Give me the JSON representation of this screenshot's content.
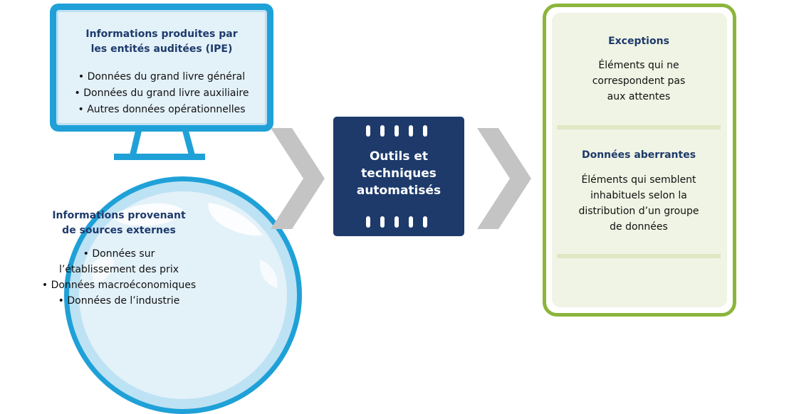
{
  "monitor": {
    "title": "Informations produites par\nles entités auditées (IPE)",
    "items": [
      "Données du grand livre général",
      "Données du grand livre auxiliaire",
      "Autres données opérationnelles"
    ]
  },
  "globe": {
    "title": "Informations provenant\nde sources externes",
    "items": [
      "Données sur\nl’établissement des prix",
      "Données macroéconomiques",
      "Données de l’industrie"
    ]
  },
  "chip": {
    "label": "Outils et\ntechniques\nautomatisés"
  },
  "results": {
    "exceptions_title": "Exceptions",
    "exceptions_text": "Éléments qui ne\ncorrespondent pas\naux attentes",
    "outliers_title": "Données aberrantes",
    "outliers_text": "Éléments qui semblent\ninhabituels selon la\ndistribution d’un groupe\nde données"
  },
  "colors": {
    "navy": "#1d3a6b",
    "blue": "#1fa1d8",
    "green": "#8bb53b",
    "arrow": "#c4c4c4"
  }
}
